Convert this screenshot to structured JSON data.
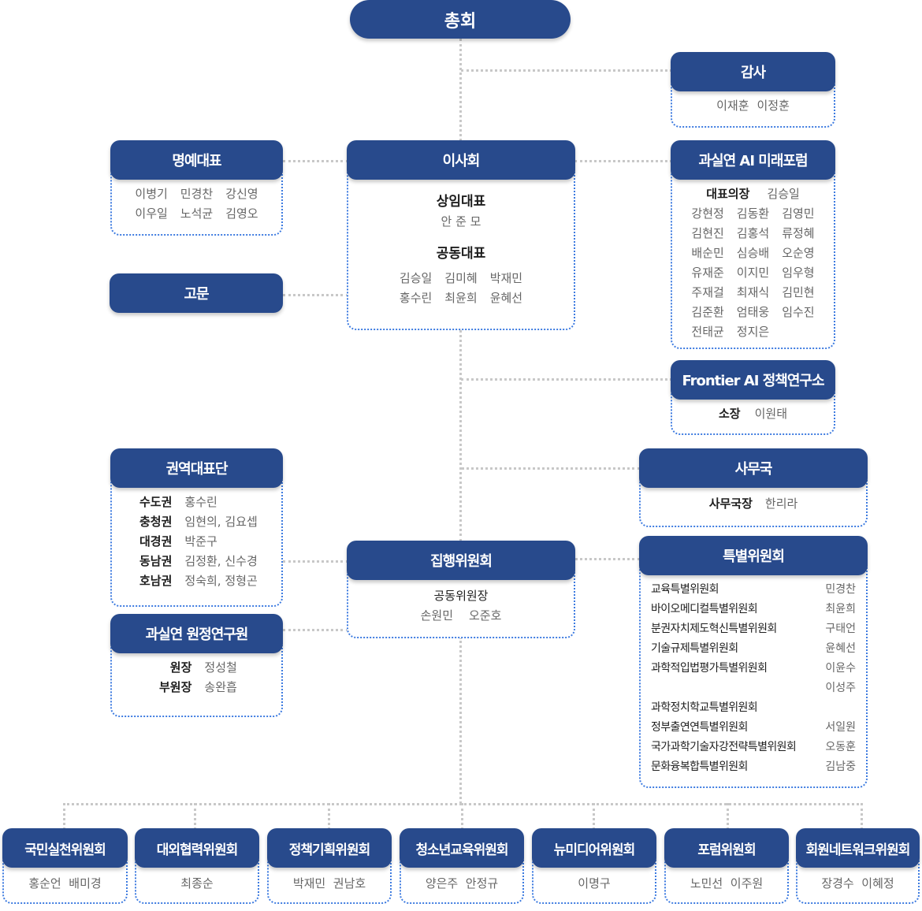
{
  "top": "총회",
  "audit": {
    "title": "감사",
    "members": [
      "이재훈",
      "이정훈"
    ]
  },
  "honorary": {
    "title": "명예대표",
    "members": [
      "이병기",
      "민경찬",
      "강신영",
      "이우일",
      "노석균",
      "김영오"
    ]
  },
  "advisor": {
    "title": "고문"
  },
  "board": {
    "title": "이사회",
    "standing_label": "상임대표",
    "standing": "안 준 모",
    "joint_label": "공동대표",
    "joint": [
      "김승일",
      "김미혜",
      "박재민",
      "홍수린",
      "최윤희",
      "윤혜선"
    ]
  },
  "forum": {
    "title": "과실연 AI 미래포럼",
    "chair_label": "대표의장",
    "chair": "김승일",
    "members": [
      "강현정",
      "김동환",
      "김영민",
      "김현진",
      "김홍석",
      "류정혜",
      "배순민",
      "심승배",
      "오순영",
      "유재준",
      "이지민",
      "임우형",
      "주재걸",
      "최재식",
      "김민현",
      "김준환",
      "엄태웅",
      "임수진",
      "전태균",
      "정지은"
    ]
  },
  "frontier": {
    "title": "Frontier AI 정책연구소",
    "head_label": "소장",
    "head": "이원태"
  },
  "secretariat": {
    "title": "사무국",
    "head_label": "사무국장",
    "head": "한리라"
  },
  "regional": {
    "title": "권역대표단",
    "rows": [
      {
        "region": "수도권",
        "names": "홍수린"
      },
      {
        "region": "충청권",
        "names": "임현의, 김요셉"
      },
      {
        "region": "대경권",
        "names": "박준구"
      },
      {
        "region": "동남권",
        "names": "김정환, 신수경"
      },
      {
        "region": "호남권",
        "names": "정숙희, 정형곤"
      }
    ]
  },
  "institute": {
    "title": "과실연 원정연구원",
    "rows": [
      {
        "role": "원장",
        "name": "정성철"
      },
      {
        "role": "부원장",
        "name": "송완흡"
      }
    ]
  },
  "executive": {
    "title": "집행위원회",
    "chair_label": "공동위원장",
    "chairs": [
      "손원민",
      "오준호"
    ]
  },
  "special": {
    "title": "특별위원회",
    "rows": [
      {
        "name": "교육특별위원회",
        "chair": "민경찬"
      },
      {
        "name": "바이오메디컬특별위원회",
        "chair": "최윤희"
      },
      {
        "name": "분권자치제도혁신특별위원회",
        "chair": "구태언"
      },
      {
        "name": "기술규제특별위원회",
        "chair": "윤혜선"
      },
      {
        "name": "과학적입법평가특별위원회",
        "chair": "이윤수"
      },
      {
        "name": "",
        "chair": "이성주"
      },
      {
        "name": "과학정치학교특별위원회",
        "chair": ""
      },
      {
        "name": "정부출연연특별위원회",
        "chair": "서일원"
      },
      {
        "name": "국가과학기술자강전략특별위원회",
        "chair": "오동훈"
      },
      {
        "name": "문화융복합특별위원회",
        "chair": "김남중"
      }
    ]
  },
  "committees": [
    {
      "title": "국민실천위원회",
      "members": "홍순언  배미경"
    },
    {
      "title": "대외협력위원회",
      "members": "최종순"
    },
    {
      "title": "정책기획위원회",
      "members": "박재민  권남호"
    },
    {
      "title": "청소년교육위원회",
      "members": "양은주  안정규"
    },
    {
      "title": "뉴미디어위원회",
      "members": "이명구"
    },
    {
      "title": "포럼위원회",
      "members": "노민선  이주원"
    },
    {
      "title": "회원네트워크위원회",
      "members": "장경수  이혜정"
    }
  ]
}
